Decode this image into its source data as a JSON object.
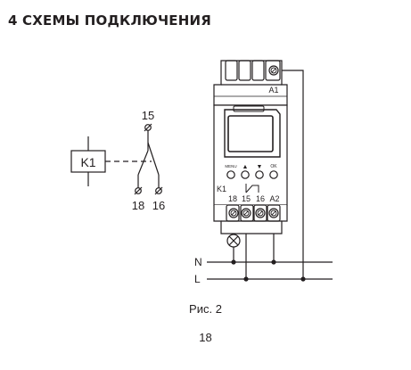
{
  "heading": "4 СХЕМЫ ПОДКЛЮЧЕНИЯ",
  "relay": {
    "coil_label": "K1",
    "contacts": {
      "common": "15",
      "nc": "18",
      "no": "16"
    }
  },
  "device": {
    "label_a1": "A1",
    "label_k1": "K1",
    "buttons": {
      "menu": "MENU",
      "up": "▲",
      "down": "▼",
      "ok": "OK"
    },
    "terminals": [
      "18",
      "15",
      "16",
      "A2"
    ]
  },
  "lines": {
    "neutral": "N",
    "live": "L"
  },
  "caption": "Рис. 2",
  "page_number": "18"
}
